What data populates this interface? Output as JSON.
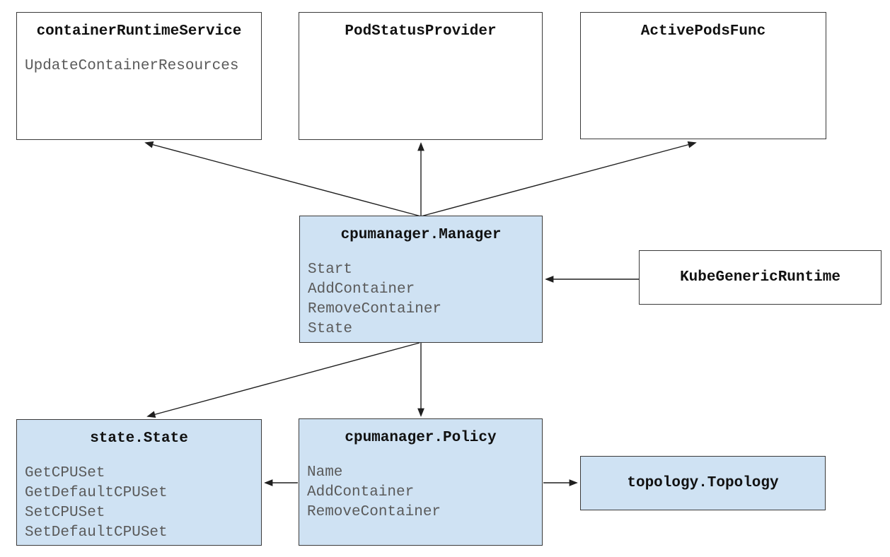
{
  "diagram": {
    "colors": {
      "background": "#ffffff",
      "node_fill": "#ffffff",
      "node_fill_highlight": "#cfe2f3",
      "node_border": "#3a3a3a",
      "title_text": "#111111",
      "method_text": "#5a5a5a",
      "arrow": "#1f1f1f"
    },
    "nodes": {
      "container_runtime_service": {
        "title": "containerRuntimeService",
        "methods": [
          "UpdateContainerResources"
        ],
        "fill": "white"
      },
      "pod_status_provider": {
        "title": "PodStatusProvider",
        "methods": [],
        "fill": "white"
      },
      "active_pods_func": {
        "title": "ActivePodsFunc",
        "methods": [],
        "fill": "white"
      },
      "cpumanager_manager": {
        "title": "cpumanager.Manager",
        "methods": [
          "Start",
          "AddContainer",
          "RemoveContainer",
          "State"
        ],
        "fill": "blue"
      },
      "kube_generic_runtime": {
        "title": "KubeGenericRuntime",
        "methods": [],
        "fill": "white"
      },
      "state_state": {
        "title": "state.State",
        "methods": [
          "GetCPUSet",
          "GetDefaultCPUSet",
          "SetCPUSet",
          "SetDefaultCPUSet"
        ],
        "fill": "blue"
      },
      "cpumanager_policy": {
        "title": "cpumanager.Policy",
        "methods": [
          "Name",
          "AddContainer",
          "RemoveContainer"
        ],
        "fill": "blue"
      },
      "topology_topology": {
        "title": "topology.Topology",
        "methods": [],
        "fill": "blue"
      }
    },
    "edges": [
      {
        "from": "cpumanager_manager",
        "to": "container_runtime_service"
      },
      {
        "from": "cpumanager_manager",
        "to": "pod_status_provider"
      },
      {
        "from": "cpumanager_manager",
        "to": "active_pods_func"
      },
      {
        "from": "kube_generic_runtime",
        "to": "cpumanager_manager"
      },
      {
        "from": "cpumanager_manager",
        "to": "state_state"
      },
      {
        "from": "cpumanager_manager",
        "to": "cpumanager_policy"
      },
      {
        "from": "cpumanager_policy",
        "to": "state_state"
      },
      {
        "from": "cpumanager_policy",
        "to": "topology_topology"
      }
    ]
  }
}
